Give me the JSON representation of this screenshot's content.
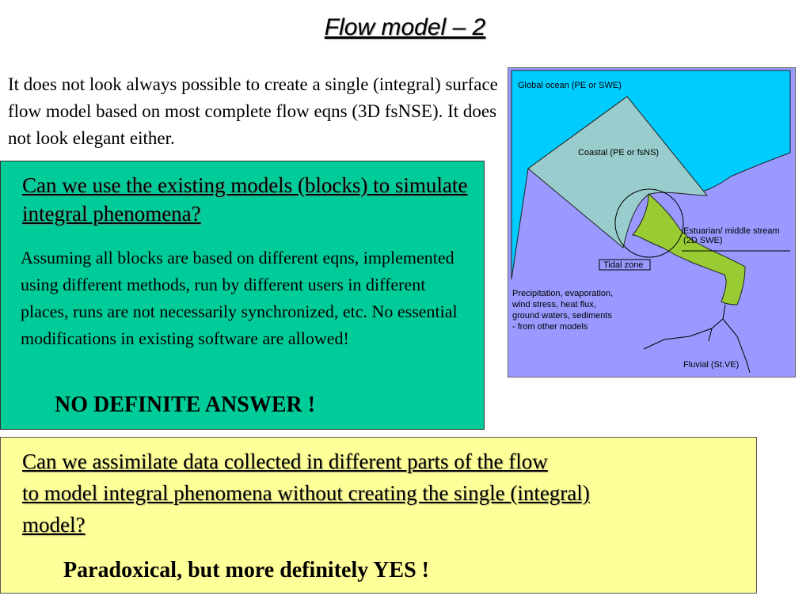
{
  "title": "Flow model – 2",
  "intro": "It does not look always possible to create a single (integral) surface flow model based on most complete flow eqns (3D fsNSE). It does not look elegant either.",
  "green_box": {
    "question": "Can we use the existing models (blocks) to simulate integral phenomena?",
    "body": "Assuming all blocks are based on different eqns, implemented using different methods, run by different users in different places, runs are not necessarily synchronized, etc. No essential modifications in existing software are allowed!",
    "answer": "NO DEFINITE ANSWER !"
  },
  "yellow_box": {
    "question_lines": [
      "Can we assimilate data collected in different parts of the flow",
      "to model integral phenomena without creating the single (integral)",
      "model?"
    ],
    "answer": "Paradoxical, but more definitely YES !"
  },
  "diagram": {
    "colors": {
      "background": "#9999ff",
      "ocean": "#00ccff",
      "coastal": "#99cccc",
      "river": "#99cc33"
    },
    "labels": {
      "global_ocean": "Global ocean (PE or SWE)",
      "coastal": "Coastal (PE or fsNS)",
      "estuarian_1": "Estuarian/ middle stream",
      "estuarian_2": "(2D SWE)",
      "tidal_zone": "Tidal zone",
      "precip_1": "Precipitation, evaporation,",
      "precip_2": "wind stress, heat flux,",
      "precip_3": "ground waters, sediments",
      "precip_4": "- from other models",
      "fluvial": "Fluvial (St.VE)"
    }
  }
}
